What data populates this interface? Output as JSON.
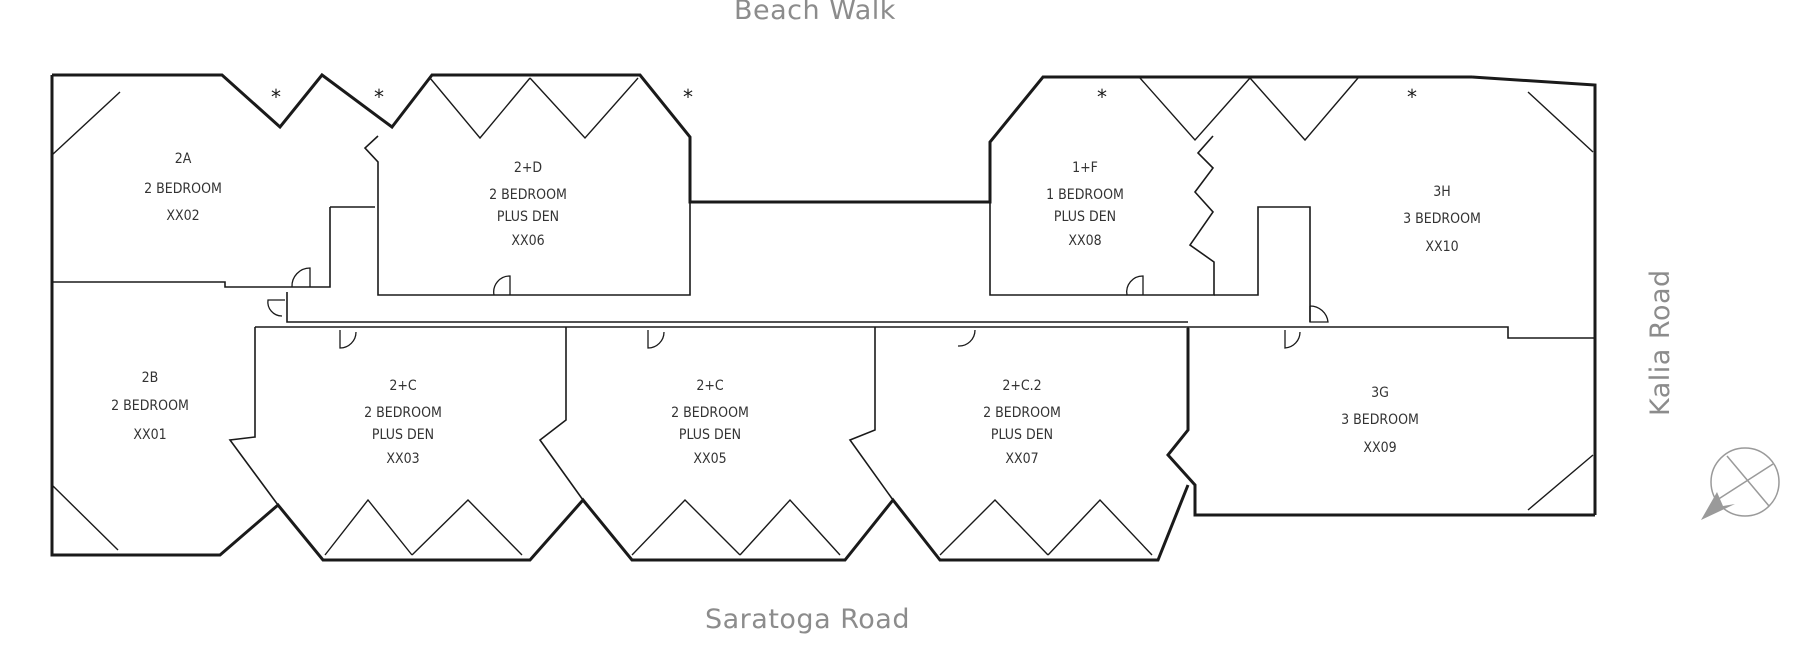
{
  "streets": {
    "top": "Beach Walk",
    "bottom": "Saratoga Road",
    "right": "Kalia Road"
  },
  "colors": {
    "wall": "#1a1a1a",
    "street_label": "#8c8c8c",
    "unit_label": "#333333",
    "compass": "#9a9a9a"
  },
  "units": [
    {
      "id": "2a",
      "lines": [
        "2A",
        "2 BEDROOM",
        "XX02"
      ]
    },
    {
      "id": "2d",
      "lines": [
        "2+D",
        "2 BEDROOM",
        "PLUS DEN",
        "XX06"
      ]
    },
    {
      "id": "1f",
      "lines": [
        "1+F",
        "1 BEDROOM",
        "PLUS DEN",
        "XX08"
      ]
    },
    {
      "id": "3h",
      "lines": [
        "3H",
        "3 BEDROOM",
        "XX10"
      ]
    },
    {
      "id": "2b",
      "lines": [
        "2B",
        "2 BEDROOM",
        "XX01"
      ]
    },
    {
      "id": "2c-a",
      "lines": [
        "2+C",
        "2 BEDROOM",
        "PLUS DEN",
        "XX03"
      ]
    },
    {
      "id": "2c-b",
      "lines": [
        "2+C",
        "2 BEDROOM",
        "PLUS DEN",
        "XX05"
      ]
    },
    {
      "id": "2c2",
      "lines": [
        "2+C.2",
        "2 BEDROOM",
        "PLUS DEN",
        "XX07"
      ]
    },
    {
      "id": "3g",
      "lines": [
        "3G",
        "3 BEDROOM",
        "XX09"
      ]
    }
  ],
  "lanai_marks": [
    "*",
    "*",
    "*",
    "*",
    "*"
  ],
  "compass": {
    "icon": "north-arrow-icon"
  }
}
